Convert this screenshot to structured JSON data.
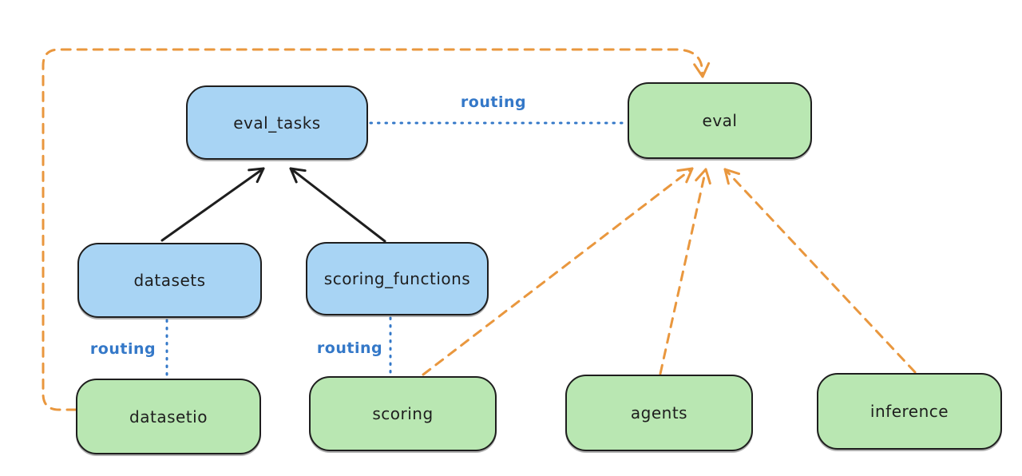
{
  "diagram": {
    "colors": {
      "node_blue_fill": "#a8d4f4",
      "node_green_fill": "#b9e7b2",
      "node_stroke": "#1e1e1e",
      "solid_arrow": "#1e1e1e",
      "dashed_arrow_orange": "#e9973e",
      "dotted_line_blue": "#3478c8",
      "routing_label_blue": "#3478c8"
    },
    "nodes": {
      "eval_tasks": {
        "label": "eval_tasks",
        "color": "blue"
      },
      "eval": {
        "label": "eval",
        "color": "green"
      },
      "datasets": {
        "label": "datasets",
        "color": "blue"
      },
      "scoring_functions": {
        "label": "scoring_functions",
        "color": "blue"
      },
      "datasetio": {
        "label": "datasetio",
        "color": "green"
      },
      "scoring": {
        "label": "scoring",
        "color": "green"
      },
      "agents": {
        "label": "agents",
        "color": "green"
      },
      "inference": {
        "label": "inference",
        "color": "green"
      }
    },
    "edge_labels": [
      {
        "text": "routing"
      },
      {
        "text": "routing"
      },
      {
        "text": "routing"
      }
    ],
    "edges": [
      {
        "from": "datasets",
        "to": "eval_tasks",
        "style": "solid",
        "color": "black",
        "arrowhead": "end"
      },
      {
        "from": "scoring_functions",
        "to": "eval_tasks",
        "style": "solid",
        "color": "black",
        "arrowhead": "end"
      },
      {
        "from": "eval_tasks",
        "to": "eval",
        "style": "dotted",
        "color": "blue",
        "arrowhead": "none",
        "label": "routing"
      },
      {
        "from": "datasets",
        "to": "datasetio",
        "style": "dotted",
        "color": "blue",
        "arrowhead": "none",
        "label": "routing"
      },
      {
        "from": "scoring_functions",
        "to": "scoring",
        "style": "dotted",
        "color": "blue",
        "arrowhead": "none",
        "label": "routing"
      },
      {
        "from": "datasetio",
        "to": "eval",
        "style": "dashed",
        "color": "orange",
        "arrowhead": "end",
        "route": "left-and-over-top"
      },
      {
        "from": "scoring",
        "to": "eval",
        "style": "dashed",
        "color": "orange",
        "arrowhead": "end"
      },
      {
        "from": "agents",
        "to": "eval",
        "style": "dashed",
        "color": "orange",
        "arrowhead": "end"
      },
      {
        "from": "inference",
        "to": "eval",
        "style": "dashed",
        "color": "orange",
        "arrowhead": "end"
      }
    ]
  }
}
